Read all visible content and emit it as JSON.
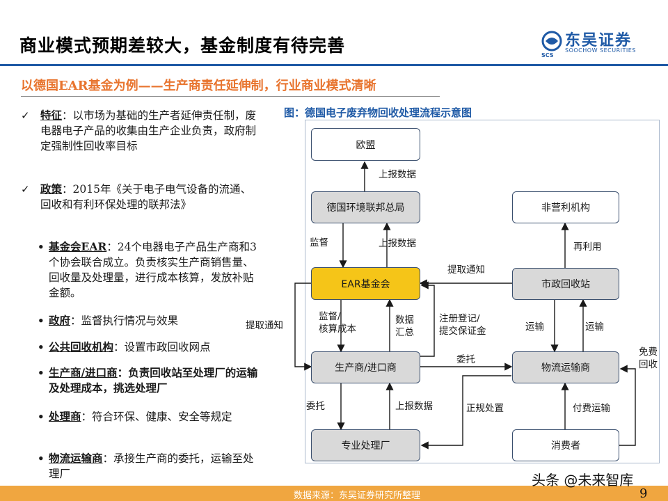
{
  "header": {
    "title": "商业模式预期差较大，基金制度有待完善",
    "logo": {
      "cn": "东吴证券",
      "en": "SOOCHOW SECURITIES",
      "mark": "SCS"
    }
  },
  "subtitle": "以德国EAR基金为例——生产商责任延伸制，行业商业模式清晰",
  "left": {
    "check_items": [
      {
        "term": "特征",
        "text": "以市场为基础的生产者延伸责任制，废电器电子产品的收集由生产企业负责，政府制定强制性回收率目标"
      },
      {
        "term": "政策",
        "text": "2015年《关于电子电气设备的流通、回收和有利环保处理的联邦法》"
      }
    ],
    "bullet_items": [
      {
        "term": "基金会EAR",
        "text": "24个电器电子产品生产商和3个协会联合成立。负责核实生产商销售量、回收量及处理量，进行成本核算，发放补贴金额。"
      },
      {
        "term": "政府",
        "text": "监督执行情况与效果"
      },
      {
        "term": "公共回收机构",
        "text": "设置市政回收网点"
      },
      {
        "term": "生产商/进口商",
        "text": "负责回收站至处理厂的运输及处理成本，挑选处理厂"
      },
      {
        "term": "处理商",
        "text": "符合环保、健康、安全等规定"
      },
      {
        "term": "物流运输商",
        "text": "承接生产商的委托，运输至处理厂"
      }
    ]
  },
  "diagram": {
    "title": "图：德国电子废弃物回收处理流程示意图",
    "nodes": {
      "eu": "欧盟",
      "federal": "德国环境联邦总局",
      "nonprofit": "非营利机构",
      "ear": "EAR基金会",
      "municipal": "市政回收站",
      "producer": "生产商/进口商",
      "logistics": "物流运输商",
      "treatment": "专业处理厂",
      "consumer": "消费者"
    },
    "labels": {
      "report_up_eu": "上报数据",
      "supervise": "监督",
      "report_up_fed": "上报数据",
      "reuse": "再利用",
      "pickup_notice_top": "提取通知",
      "pickup_notice_left": "提取通知",
      "supervise_account": "监督/\n核算成本",
      "data_summary": "数据\n汇总",
      "register": "注册登记/\n提交保证金",
      "transport_a": "运输",
      "transport_b": "运输",
      "free_recycle": "免费\n回收",
      "entrust_right": "委托",
      "entrust_down": "委托",
      "report_up_treat": "上报数据",
      "compliant": "正规处置",
      "paid_transport": "付费运输"
    }
  },
  "footer": {
    "source": "数据来源：东吴证券研究所整理",
    "page": "9",
    "watermark": "头条 @未来智库"
  },
  "colors": {
    "brand_blue": "#1f5aa6",
    "subtitle_orange": "#e8742e",
    "ear_gold": "#f5c518",
    "node_gray": "#d9d9d9",
    "footer_orange": "#f0a640"
  }
}
